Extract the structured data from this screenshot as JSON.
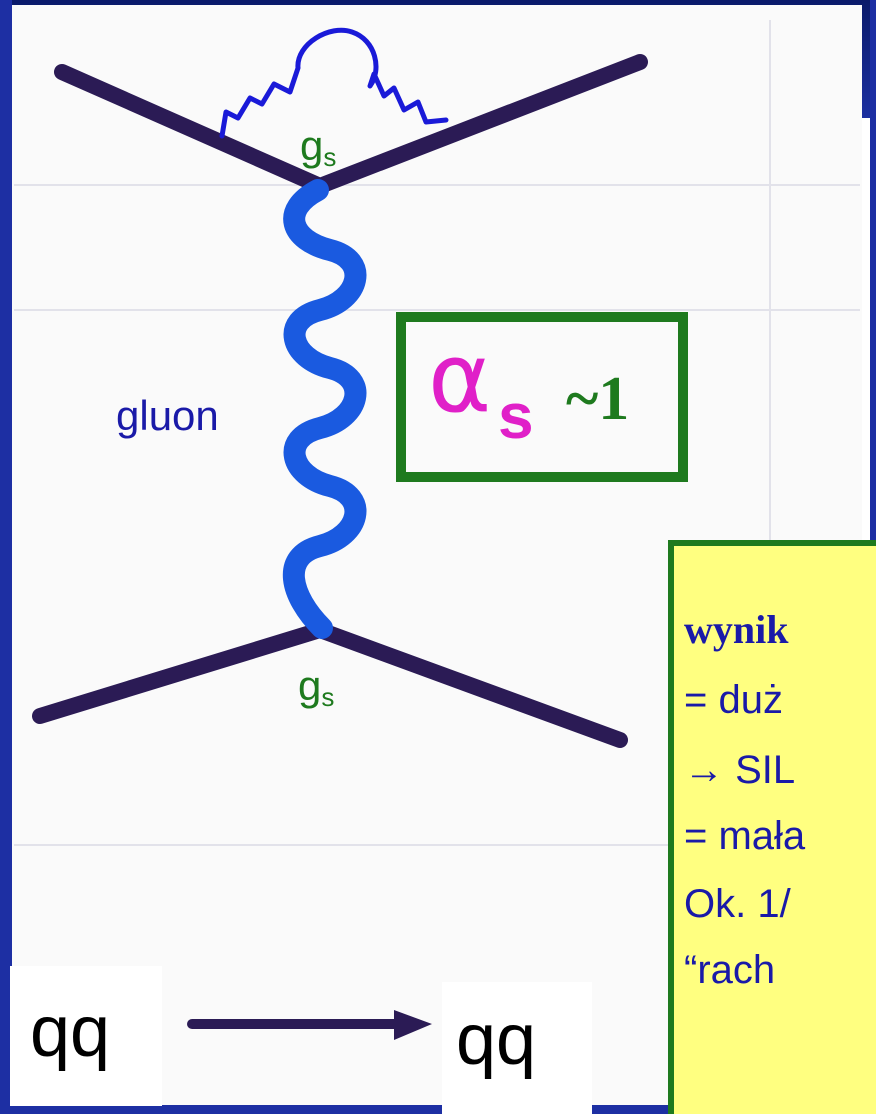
{
  "diagram": {
    "vertex_top_label": "g",
    "vertex_top_sub": "s",
    "vertex_bottom_label": "g",
    "vertex_bottom_sub": "s",
    "propagator_label": "gluon",
    "coupling_symbol": "α",
    "coupling_subscript": "s",
    "coupling_value": "~1",
    "process_initial": "qq",
    "process_final": "qq"
  },
  "note": {
    "lines": [
      "wynik",
      "=  duż",
      " → SIL",
      "= mała",
      "Ok. 1/",
      "“rach"
    ]
  },
  "colors": {
    "quark_line": "#2b1b55",
    "gluon": "#1a5ae0",
    "loop": "#1a1ad8",
    "accent_green": "#1e7a1e",
    "alpha_magenta": "#e020c8",
    "note_bg": "#ffff80"
  }
}
